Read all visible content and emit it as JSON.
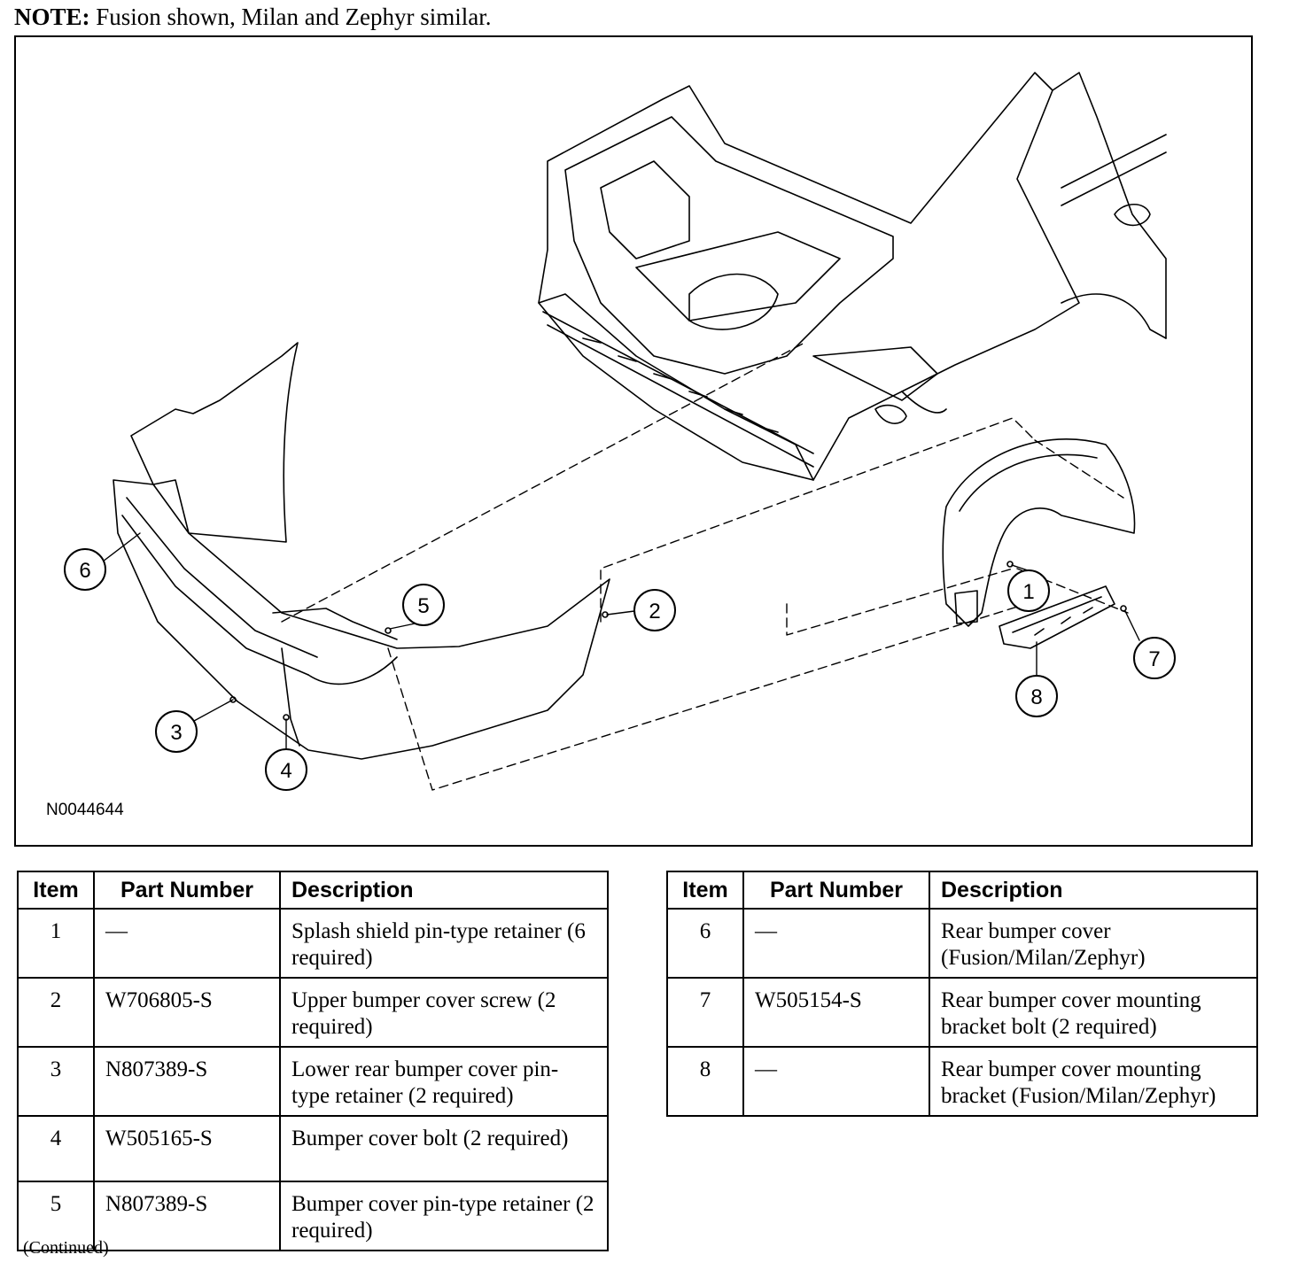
{
  "note": {
    "label": "NOTE:",
    "text": " Fusion shown, Milan and Zephyr similar."
  },
  "figure": {
    "id": "N0044644",
    "callouts": [
      "1",
      "2",
      "3",
      "4",
      "5",
      "6",
      "7",
      "8"
    ]
  },
  "table": {
    "headers": {
      "item": "Item",
      "part_number": "Part Number",
      "description": "Description"
    },
    "left_rows": [
      {
        "item": "1",
        "part_number": "—",
        "description": "Splash shield pin-type retainer (6 required)"
      },
      {
        "item": "2",
        "part_number": "W706805-S",
        "description": "Upper bumper cover screw (2 required)"
      },
      {
        "item": "3",
        "part_number": "N807389-S",
        "description": "Lower rear bumper cover pin-type retainer (2 required)"
      },
      {
        "item": "4",
        "part_number": "W505165-S",
        "description": "Bumper cover bolt (2 required)"
      },
      {
        "item": "5",
        "part_number": "N807389-S",
        "description": "Bumper cover pin-type retainer (2 required)"
      }
    ],
    "right_rows": [
      {
        "item": "6",
        "part_number": "—",
        "description": "Rear bumper cover (Fusion/Milan/Zephyr)"
      },
      {
        "item": "7",
        "part_number": "W505154-S",
        "description": "Rear bumper cover mounting bracket bolt (2 required)"
      },
      {
        "item": "8",
        "part_number": "—",
        "description": "Rear bumper cover mounting bracket (Fusion/Milan/Zephyr)"
      }
    ]
  },
  "footer": {
    "continued": "(Continued)"
  }
}
